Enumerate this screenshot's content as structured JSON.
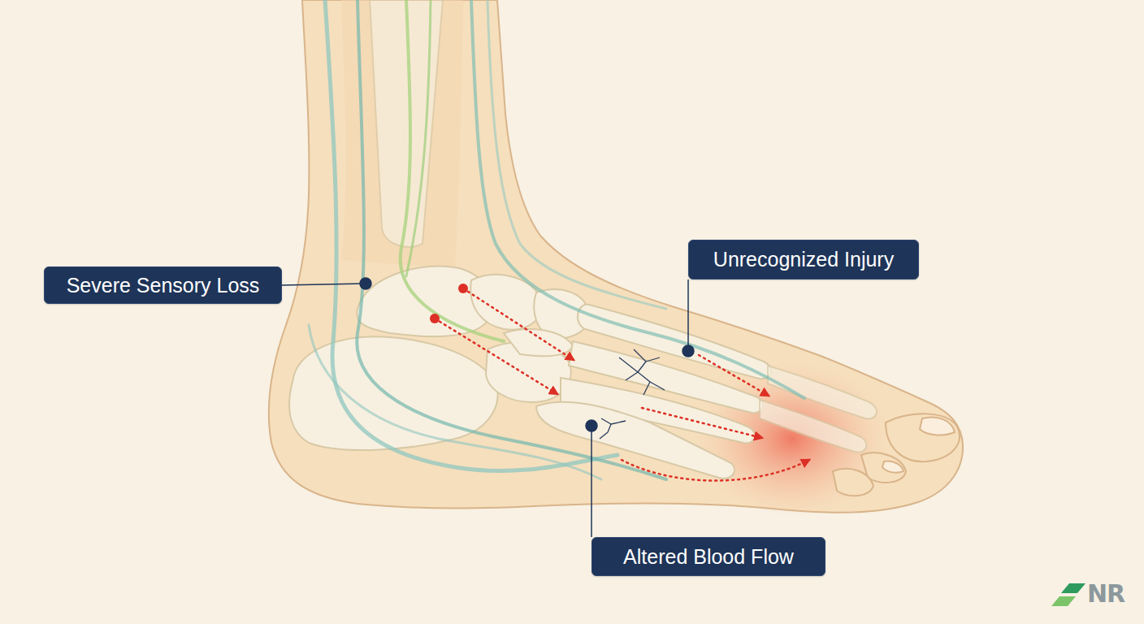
{
  "diagram": {
    "nodes": [
      {
        "text": [
          "Severe Sensory Loss"
        ]
      },
      {
        "text": [
          "Unrecognized Injury"
        ]
      },
      {
        "text": [
          "Altered Blood Flow"
        ]
      }
    ],
    "labels": [
      "NR"
    ]
  }
}
